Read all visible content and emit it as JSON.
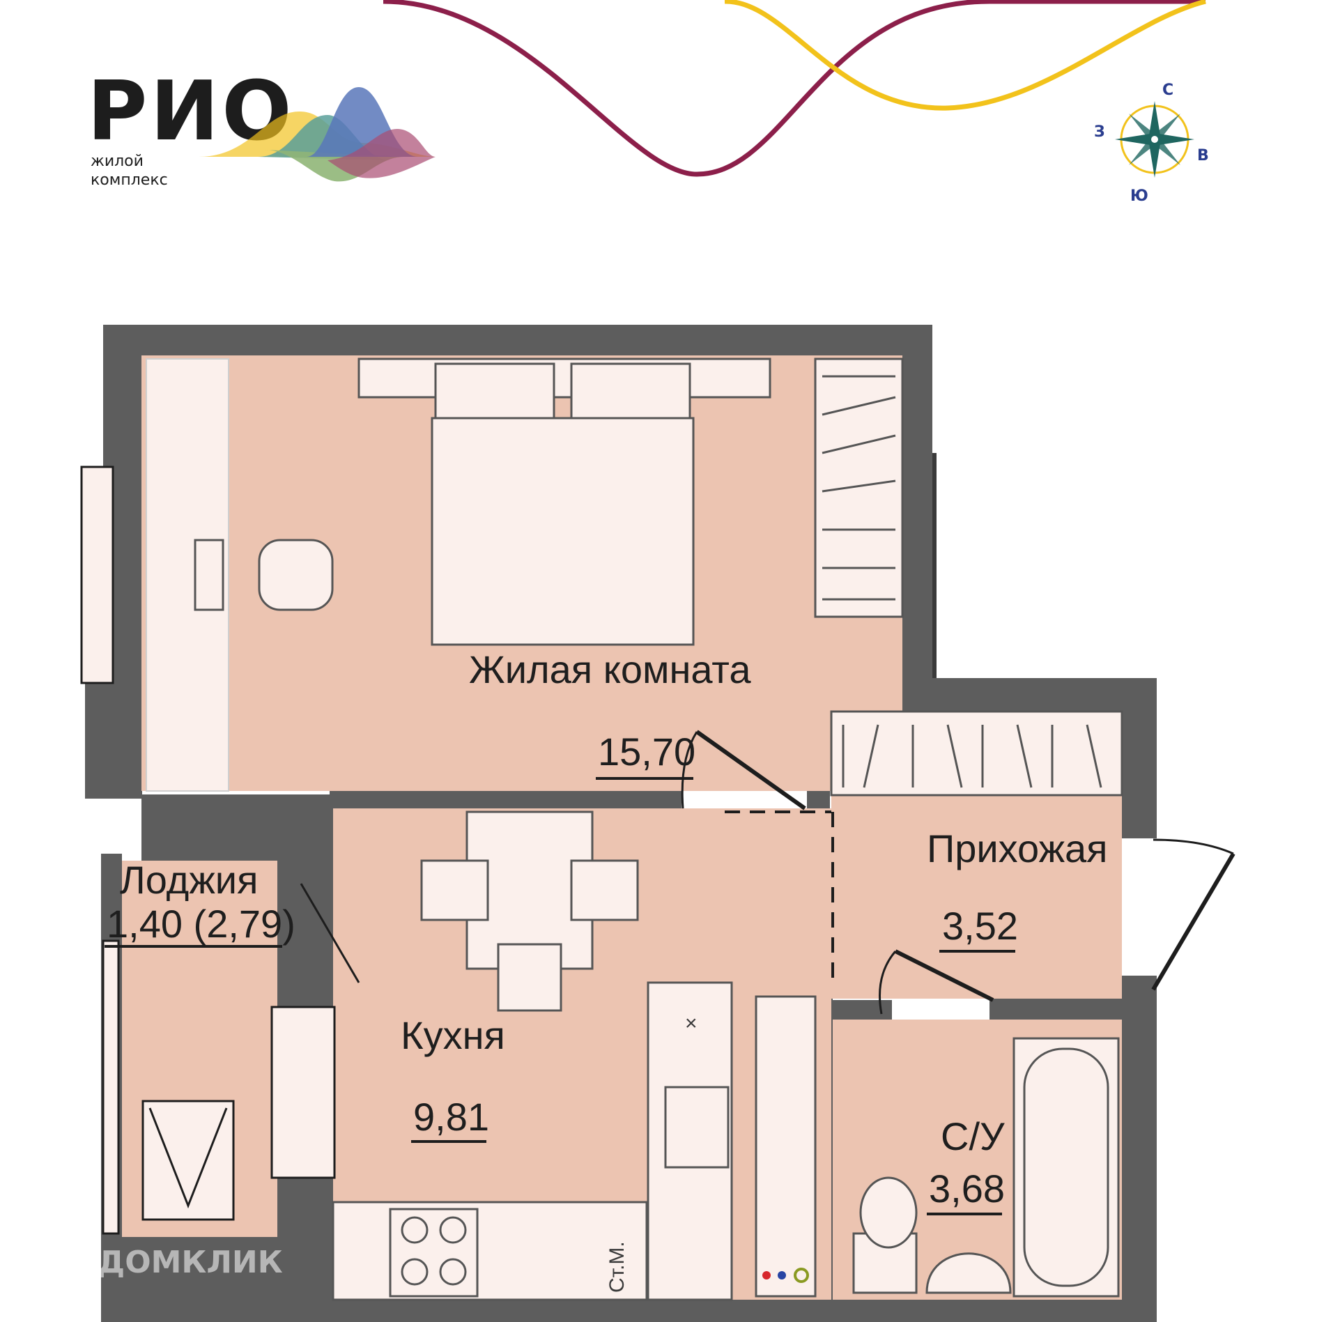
{
  "brand": {
    "name": "РИО",
    "subtitle_line1": "жилой",
    "subtitle_line2": "комплекс"
  },
  "compass": {
    "north": "С",
    "south": "Ю",
    "east": "В",
    "west": "З"
  },
  "rooms": {
    "living": {
      "name": "Жилая комната",
      "area": "15,70"
    },
    "loggia": {
      "name": "Лоджия",
      "area": "1,40 (2,79)"
    },
    "kitchen": {
      "name": "Кухня",
      "area": "9,81"
    },
    "hall": {
      "name": "Прихожая",
      "area": "3,52"
    },
    "bath": {
      "name": "С/У",
      "area": "3,68"
    }
  },
  "fixtures": {
    "washer": "Ст.М."
  },
  "watermark": "ДОМКЛИК",
  "colors": {
    "wall": "#5d5d5d",
    "floor": "#ecc4b1",
    "furniture": "#fbf0ec",
    "wave_crimson": "#8c1f4a",
    "wave_yellow": "#f2c21b",
    "compass": "#1f6660"
  }
}
